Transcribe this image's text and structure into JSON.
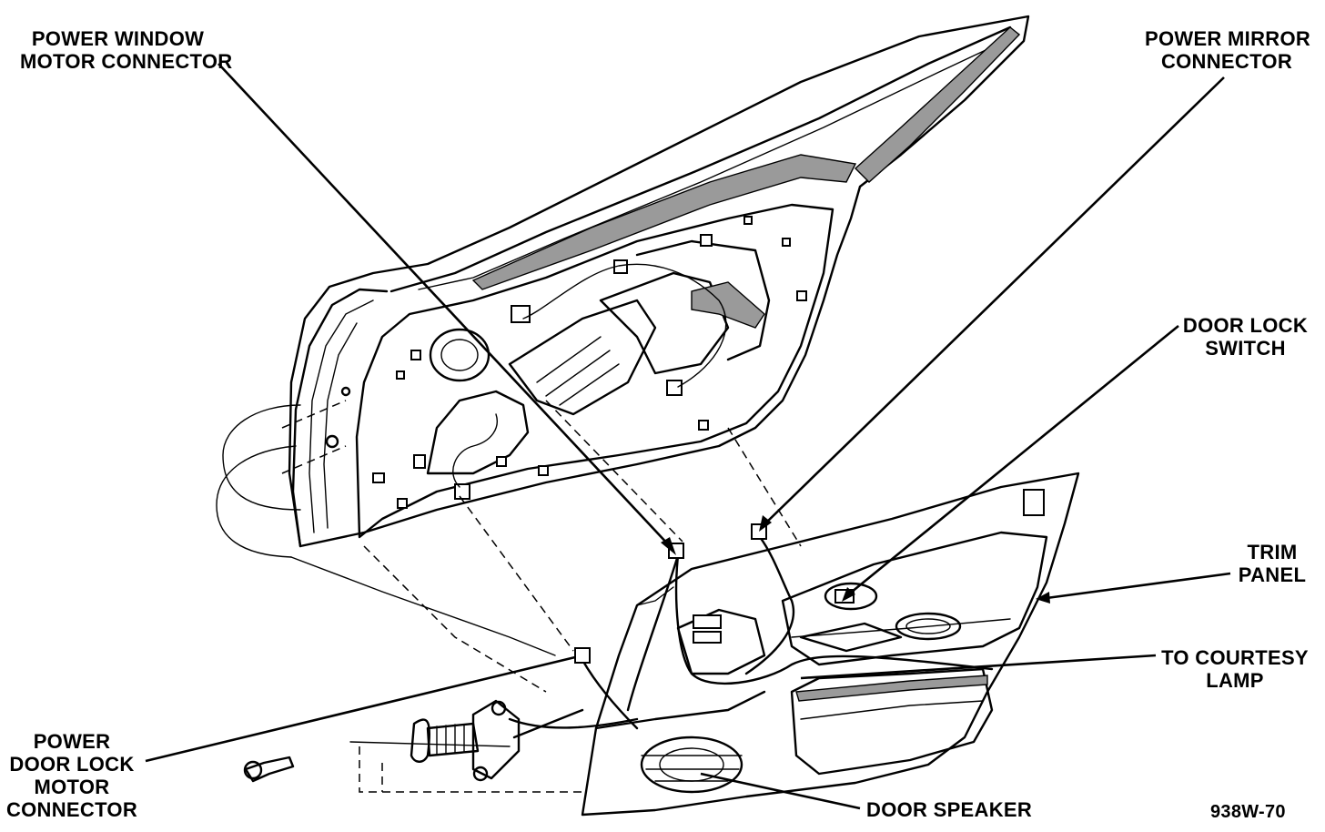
{
  "labels": {
    "power_window_motor_connector": [
      "POWER WINDOW",
      "MOTOR CONNECTOR"
    ],
    "power_mirror_connector": [
      "POWER MIRROR",
      "CONNECTOR"
    ],
    "door_lock_switch": [
      "DOOR LOCK",
      "SWITCH"
    ],
    "trim_panel": [
      "TRIM",
      "PANEL"
    ],
    "to_courtesy_lamp": [
      "TO COURTESY",
      "LAMP"
    ],
    "power_door_lock_motor_connector": [
      "POWER",
      "DOOR LOCK",
      "MOTOR",
      "CONNECTOR"
    ],
    "door_speaker": "DOOR SPEAKER",
    "figure_id": "938W-70"
  }
}
